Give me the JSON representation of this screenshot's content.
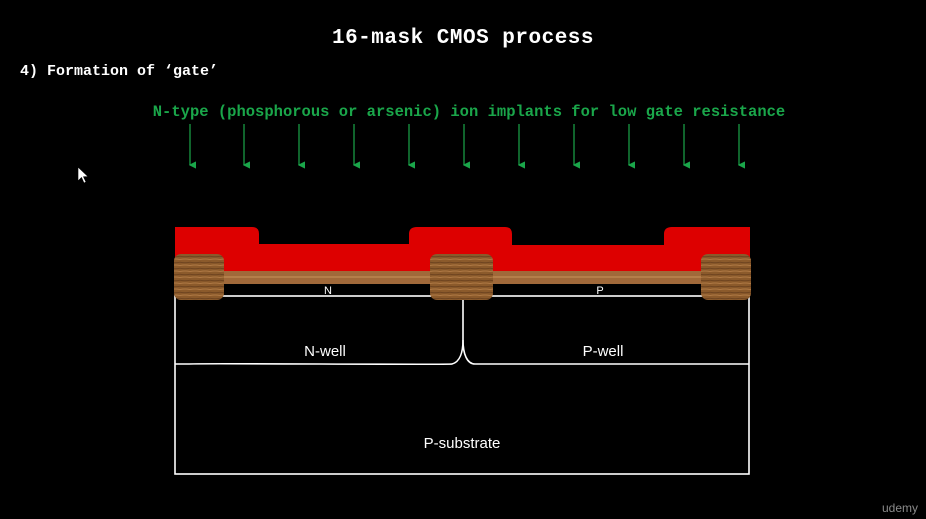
{
  "title": "16-mask CMOS process",
  "subtitle": "4) Formation of ‘gate’",
  "implant_label": "N-type (phosphorous or arsenic) ion implants for low gate resistance",
  "labels": {
    "n_diffusion": "N",
    "p_diffusion": "P",
    "n_well": "N-well",
    "p_well": "P-well",
    "substrate": "P-substrate"
  },
  "watermark": "udemy",
  "colors": {
    "implant": "#1aa64a",
    "polysilicon": "#dd0000",
    "oxide": "#a0693a",
    "outline": "#ffffff",
    "background": "#000000"
  },
  "icons": {
    "cursor": "mouse-pointer-icon",
    "arrow": "arrow-down-icon"
  }
}
